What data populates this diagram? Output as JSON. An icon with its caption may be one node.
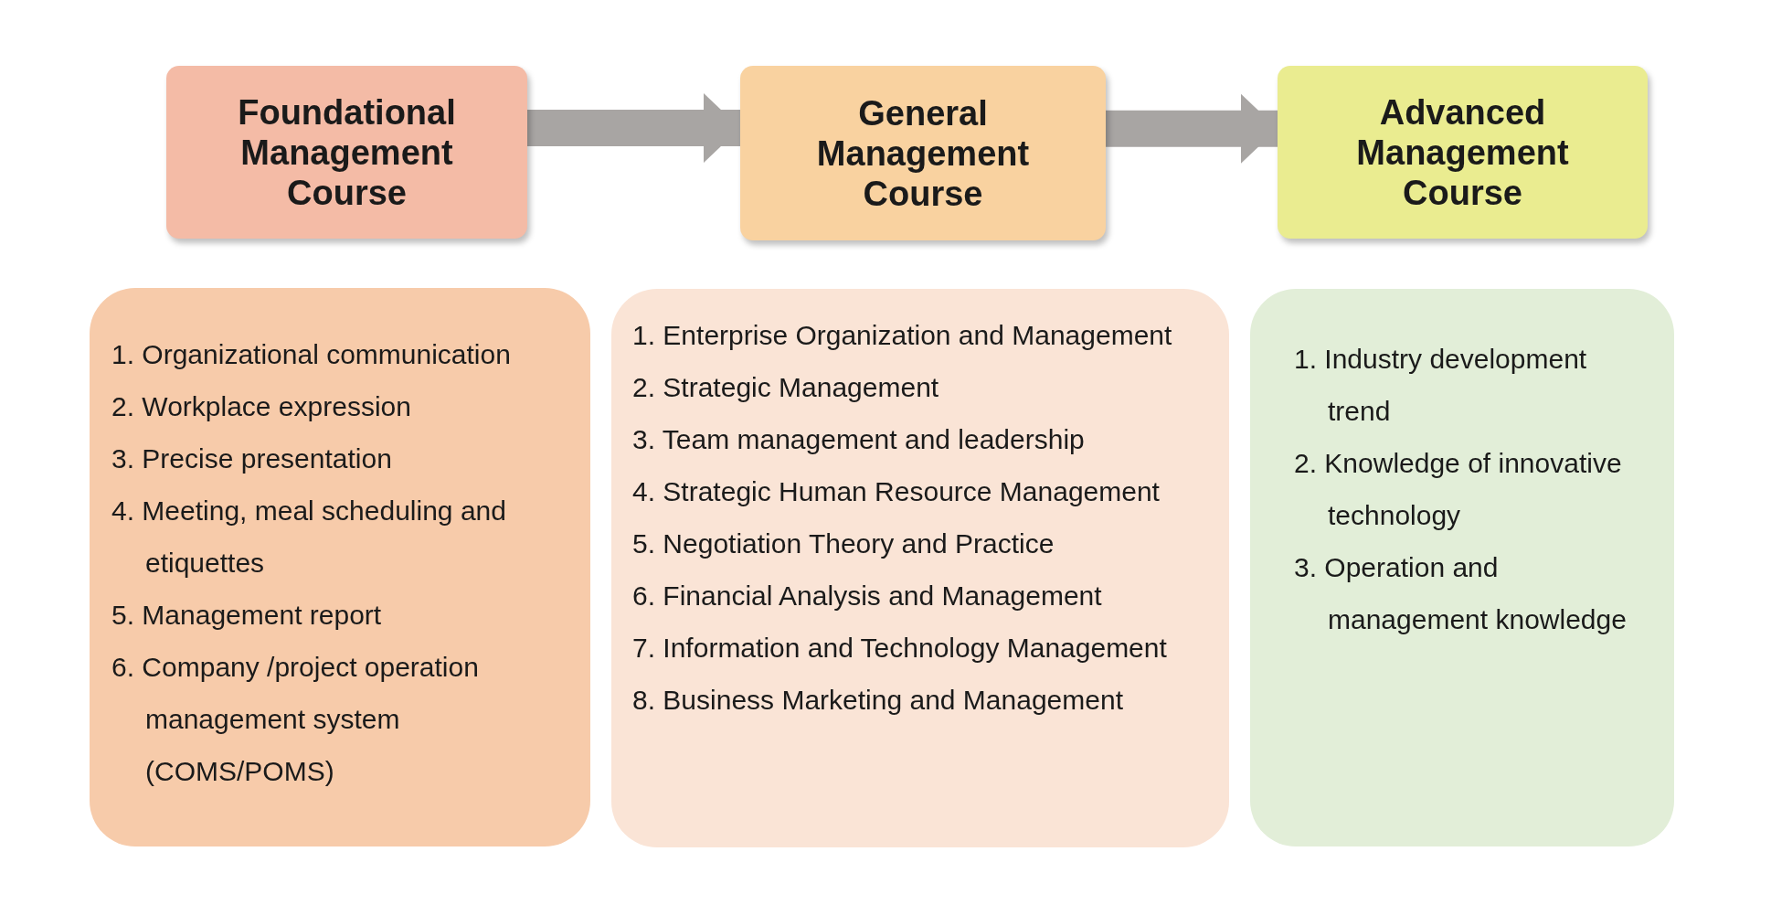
{
  "diagram": {
    "nodes": [
      {
        "text": [
          "Foundational Management Course"
        ]
      },
      {
        "text": [
          "General Management Course"
        ]
      },
      {
        "text": [
          "Advanced Management Course"
        ]
      },
      {
        "text": [
          "1. Organizational communication",
          "2. Workplace expression",
          "3. Precise presentation",
          "4. Meeting, meal scheduling and etiquettes",
          "5. Management report",
          "6. Company /project operation management system (COMS/POMS)"
        ]
      },
      {
        "text": [
          "1. Enterprise Organization and Management",
          "2. Strategic Management",
          "3. Team management and leadership",
          "4. Strategic Human Resource Management",
          "5. Negotiation Theory and Practice",
          "6. Financial Analysis and Management",
          "7. Information and Technology Management",
          "8. Business Marketing and Management"
        ]
      },
      {
        "text": [
          "1. Industry development trend",
          "2. Knowledge of innovative technology",
          "3. Operation and management knowledge"
        ]
      }
    ],
    "edges": [
      {
        "from": 0,
        "to": 1,
        "arrow": "to"
      },
      {
        "from": 1,
        "to": 2,
        "arrow": "to"
      }
    ]
  }
}
